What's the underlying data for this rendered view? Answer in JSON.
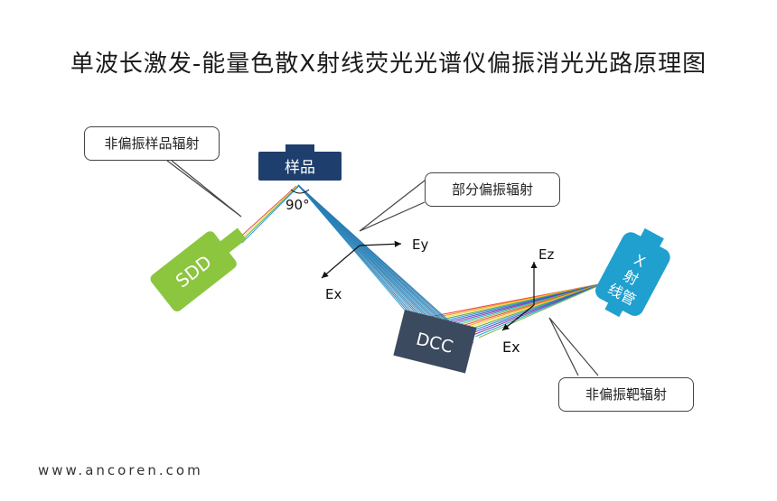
{
  "title": "单波长激发-能量色散X射线荧光光谱仪偏振消光光路原理图",
  "components": {
    "sample": "样品",
    "sdd": "SDD",
    "dcc": "DCC",
    "xray_tube": "X射线管"
  },
  "callouts": {
    "unpolarized_sample": "非偏振样品辐射",
    "partial_polarized": "部分偏振辐射",
    "unpolarized_target": "非偏振靶辐射"
  },
  "angle_label": "90°",
  "axes": {
    "ey": "Ey",
    "ex_left": "Ex",
    "ez": "Ez",
    "ex_right": "Ex"
  },
  "footer": "www.ancoren.com",
  "colors": {
    "sample_box": "#1e3f6e",
    "sdd": "#8cc63f",
    "dcc": "#3b4a5e",
    "xray_tube": "#1fa0cf",
    "beam_blue": "#2a7fb8"
  }
}
